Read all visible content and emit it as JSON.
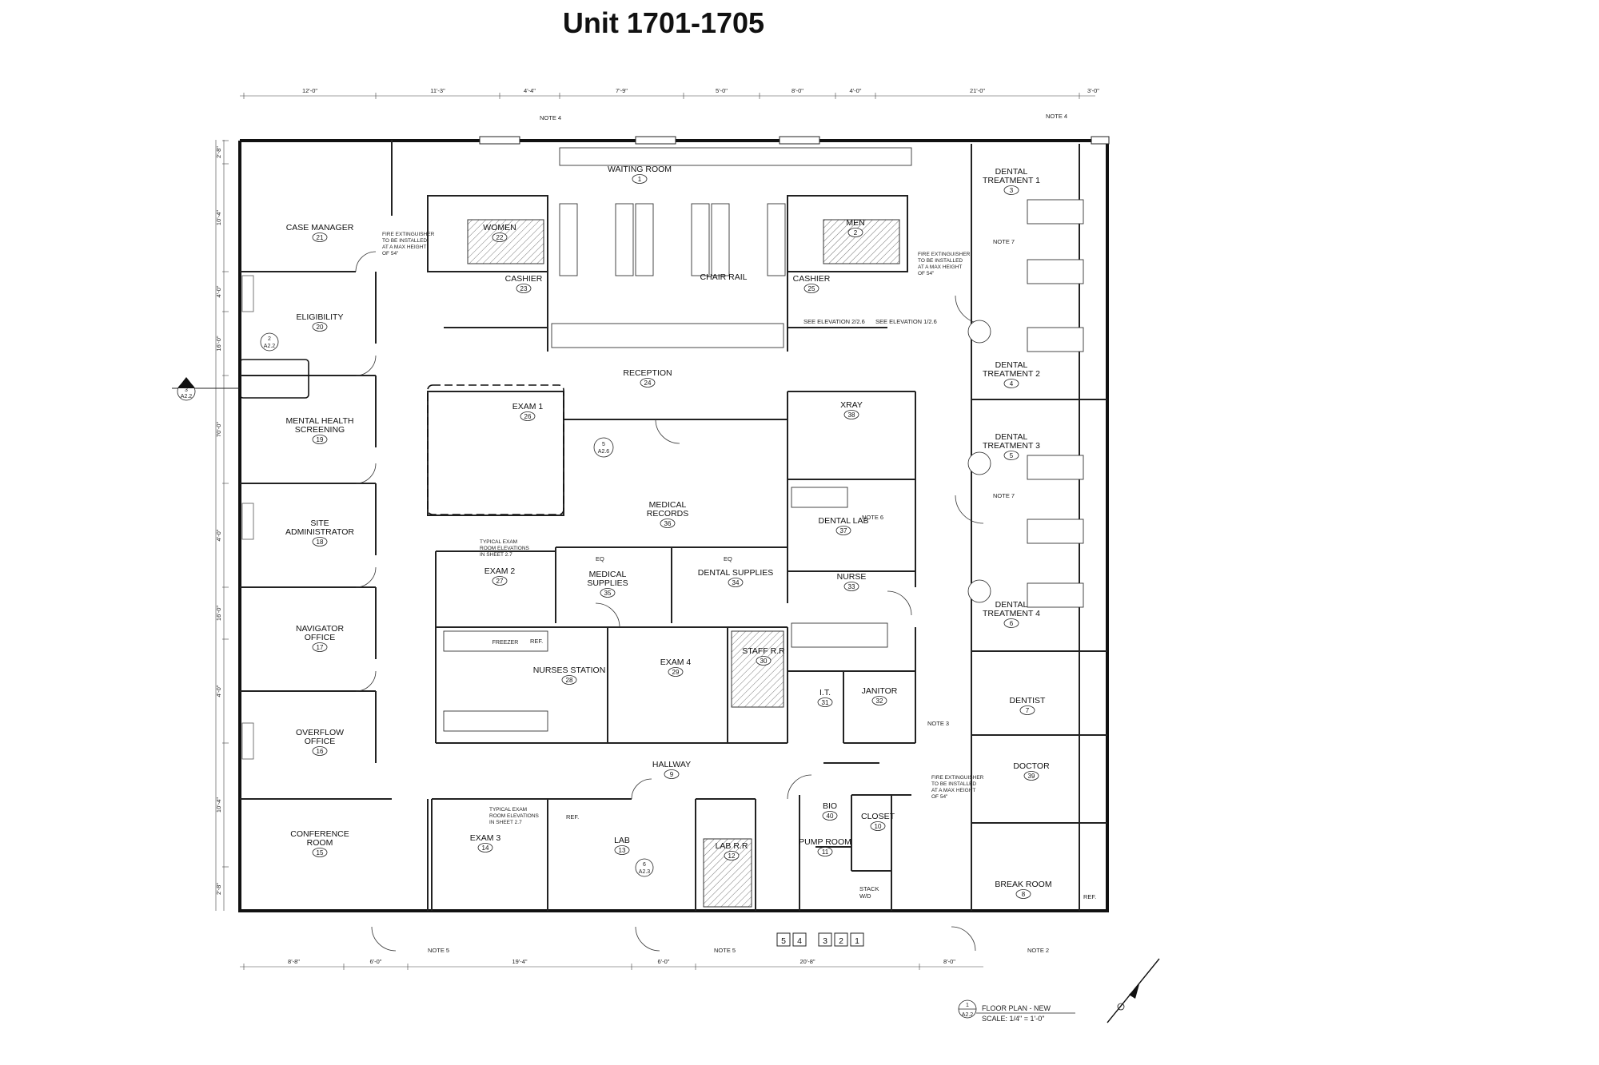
{
  "title": "Unit 1701-1705",
  "rooms": [
    {
      "name": "CASE MANAGER",
      "num": "21"
    },
    {
      "name": "ELIGIBILITY",
      "num": "20"
    },
    {
      "name": "MENTAL HEALTH\nSCREENING",
      "num": "19"
    },
    {
      "name": "SITE\nADMINISTRATOR",
      "num": "18"
    },
    {
      "name": "NAVIGATOR\nOFFICE",
      "num": "17"
    },
    {
      "name": "OVERFLOW\nOFFICE",
      "num": "16"
    },
    {
      "name": "CONFERENCE\nROOM",
      "num": "15"
    },
    {
      "name": "WOMEN",
      "num": "22"
    },
    {
      "name": "CASHIER",
      "num": "23"
    },
    {
      "name": "WAITING ROOM",
      "num": "1"
    },
    {
      "name": "MEN",
      "num": "2"
    },
    {
      "name": "CASHIER",
      "num": "25"
    },
    {
      "name": "DENTAL\nTREATMENT 1",
      "num": "3"
    },
    {
      "name": "DENTAL\nTREATMENT 2",
      "num": "4"
    },
    {
      "name": "DENTAL\nTREATMENT 3",
      "num": "5"
    },
    {
      "name": "DENTAL\nTREATMENT 4",
      "num": "6"
    },
    {
      "name": "RECEPTION",
      "num": "24"
    },
    {
      "name": "EXAM 1",
      "num": "26"
    },
    {
      "name": "MEDICAL\nRECORDS",
      "num": "36"
    },
    {
      "name": "XRAY",
      "num": "38"
    },
    {
      "name": "DENTAL LAB",
      "num": "37"
    },
    {
      "name": "EXAM 2",
      "num": "27"
    },
    {
      "name": "MEDICAL\nSUPPLIES",
      "num": "35"
    },
    {
      "name": "DENTAL SUPPLIES",
      "num": "34"
    },
    {
      "name": "NURSE",
      "num": "33"
    },
    {
      "name": "NURSES STATION",
      "num": "28"
    },
    {
      "name": "EXAM 4",
      "num": "29"
    },
    {
      "name": "STAFF R.R",
      "num": "30"
    },
    {
      "name": "I.T.",
      "num": "31"
    },
    {
      "name": "JANITOR",
      "num": "32"
    },
    {
      "name": "DENTIST",
      "num": "7"
    },
    {
      "name": "HALLWAY",
      "num": "9"
    },
    {
      "name": "DOCTOR",
      "num": "39"
    },
    {
      "name": "EXAM 3",
      "num": "14"
    },
    {
      "name": "LAB",
      "num": "13"
    },
    {
      "name": "LAB R.R",
      "num": "12"
    },
    {
      "name": "BIO",
      "num": "40"
    },
    {
      "name": "CLOSET",
      "num": "10"
    },
    {
      "name": "PUMP ROOM",
      "num": "11"
    },
    {
      "name": "BREAK ROOM",
      "num": "8"
    }
  ],
  "labels": {
    "chair_rail": "CHAIR RAIL",
    "ref": "REF.",
    "freezer": "FREEZER",
    "stack_wd": "STACK\nW/D",
    "eq": "EQ",
    "note2": "NOTE 2",
    "note3": "NOTE 3",
    "note4": "NOTE 4",
    "note5": "NOTE 5",
    "note6": "NOTE 6",
    "note7": "NOTE 7",
    "fire_ext": "FIRE EXTINGUISHER\nTO BE INSTALLED\nAT A MAX HEIGHT\nOF 54\"",
    "typical_exam": "TYPICAL EXAM\nROOM ELEVATIONS\nIN SHEET 2.7",
    "see_elev_a": "SEE ELEVATION 2/2.6",
    "see_elev_b": "SEE ELEVATION 1/2.6"
  },
  "top_dims": [
    "12'-0\"",
    "11'-3\"",
    "4'-4\"",
    "7'-9\"",
    "5'-0\"",
    "8'-0\"",
    "4'-0\"",
    "21'-0\"",
    "3'-0\""
  ],
  "bottom_dims": [
    "8'-8\"",
    "6'-0\"",
    "19'-4\"",
    "6'-0\"",
    "20'-8\"",
    "8'-0\""
  ],
  "left_dims": [
    "2'-8\"",
    "10'-4\"",
    "4'-0\"",
    "16'-0\"",
    "70'-0\"",
    "4'-0\"",
    "16'-0\"",
    "4'-0\"",
    "10'-4\"",
    "2'-8\""
  ],
  "door_boxes": [
    "5",
    "4",
    "3",
    "2",
    "1"
  ],
  "legend": {
    "num": "1",
    "sheet": "A2.2",
    "line1": "FLOOR PLAN - NEW",
    "line2": "SCALE:  1/4\" = 1'-0\""
  },
  "section_marker": {
    "num": "3",
    "sheet": "A2.2"
  },
  "detail_marker": {
    "num": "2",
    "sheet": "A2.2"
  },
  "elev_marker": {
    "num": "5",
    "sheet": "A2.6"
  },
  "elev_marker2": {
    "num": "6",
    "sheet": "A2.3"
  }
}
